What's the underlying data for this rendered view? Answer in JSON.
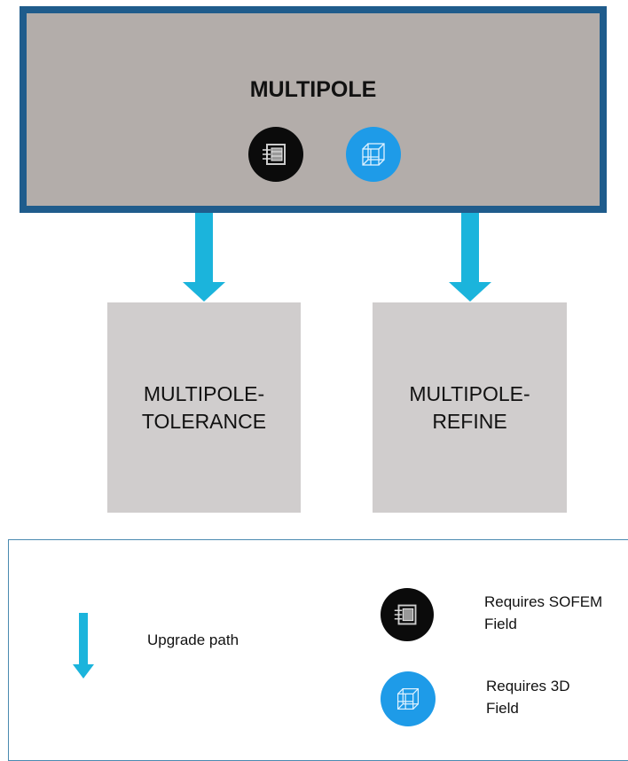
{
  "main_node": {
    "label": "MULTIPOLE",
    "icons": [
      "sofem-field-icon",
      "3d-field-icon"
    ]
  },
  "child_nodes": [
    {
      "line1": "MULTIPOLE-",
      "line2": "TOLERANCE"
    },
    {
      "line1": "MULTIPOLE-",
      "line2": "REFINE"
    }
  ],
  "legend": {
    "upgrade_path_label": "Upgrade path",
    "sofem_line1": "Requires SOFEM",
    "sofem_line2": "Field",
    "field3d_line1": "Requires 3D",
    "field3d_line2": "Field"
  },
  "colors": {
    "main_box_fill": "#b3adaa",
    "main_box_border": "#1f5c8c",
    "child_box_fill": "#d0cdcd",
    "arrow": "#1bb4dc",
    "sofem_icon_bg": "#0b0b0b",
    "field3d_icon_bg": "#1e9be8"
  }
}
